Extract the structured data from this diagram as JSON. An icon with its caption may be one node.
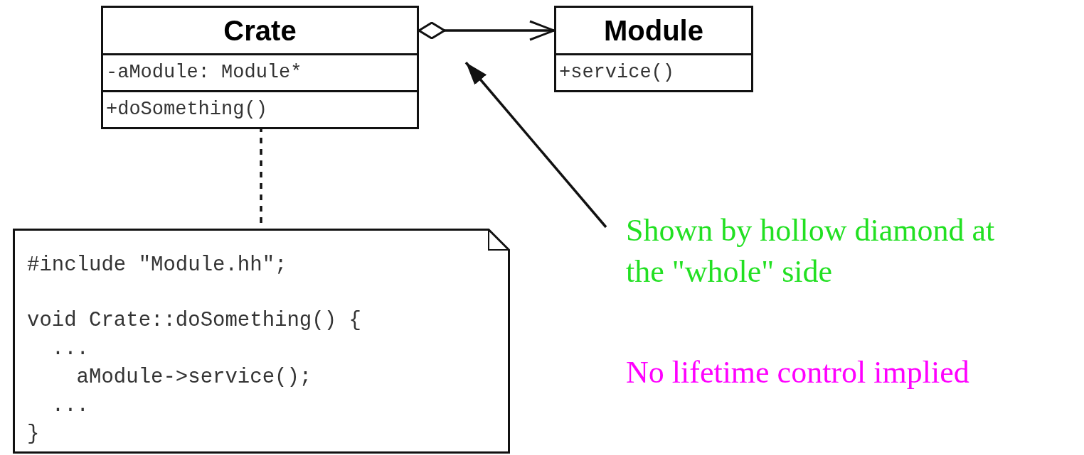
{
  "diagram": {
    "nodes": [
      {
        "text": [
          "Crate",
          "-aModule: Module*",
          "+doSomething()"
        ]
      },
      {
        "text": [
          "Module",
          "+service()"
        ]
      },
      {
        "text": [
          "#include \"Module.hh\";",
          "void Crate::doSomething() {",
          "  ...",
          "    aModule->service();",
          "  ...",
          "}"
        ]
      },
      {
        "text": [
          "Shown by hollow diamond at the \"whole\" side"
        ]
      }
    ],
    "edges": [
      {
        "from": 0,
        "to": 1,
        "arrow": "to"
      },
      {
        "from": 0,
        "to": 2,
        "arrow": "none",
        "style": "dashed"
      },
      {
        "from": 3,
        "to": null,
        "arrow": "to"
      }
    ],
    "labels": [
      "No lifetime control implied"
    ]
  }
}
